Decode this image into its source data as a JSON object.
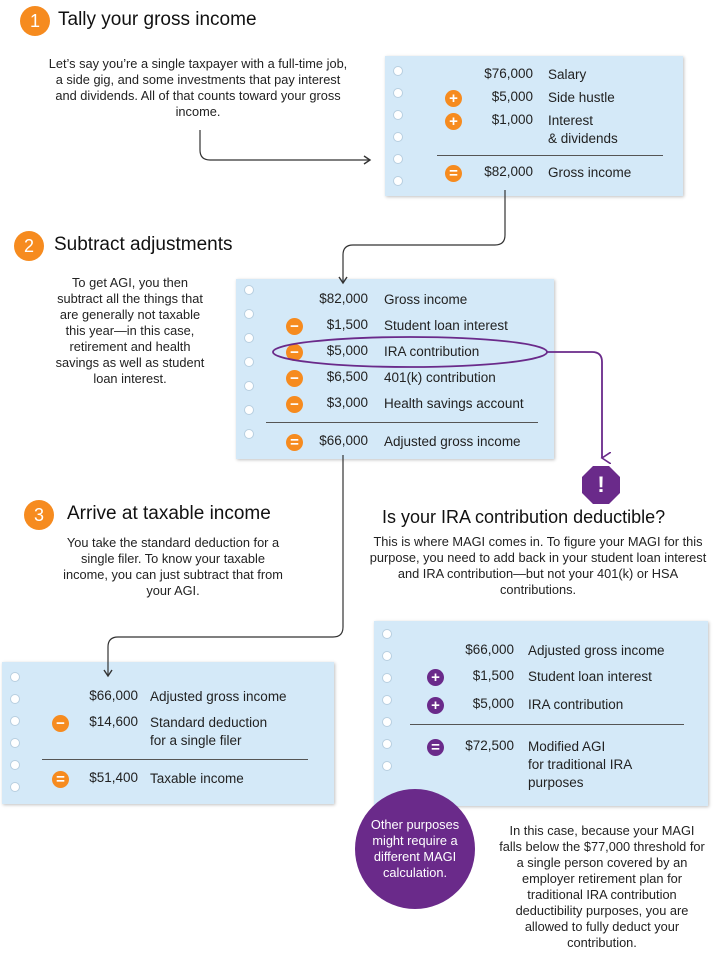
{
  "step1": {
    "number": "1",
    "title": "Tally your gross income",
    "text": "Let’s say you’re a single taxpayer with a full-time job, a side gig, and some investments that pay interest and dividends. All of that counts toward your gross income.",
    "rows": [
      {
        "op": "",
        "amount": "$76,000",
        "label": "Salary"
      },
      {
        "op": "plus",
        "amount": "$5,000",
        "label": "Side hustle"
      },
      {
        "op": "plus",
        "amount": "$1,000",
        "label": "Interest\n& dividends"
      }
    ],
    "total": {
      "op": "equals",
      "amount": "$82,000",
      "label": "Gross income"
    }
  },
  "step2": {
    "number": "2",
    "title": "Subtract adjustments",
    "text": "To get AGI, you then subtract all the things that are generally not taxable this year—in this case, retirement and health savings as well as student loan interest.",
    "rows": [
      {
        "op": "",
        "amount": "$82,000",
        "label": "Gross income"
      },
      {
        "op": "minus",
        "amount": "$1,500",
        "label": "Student loan interest"
      },
      {
        "op": "minus",
        "amount": "$5,000",
        "label": "IRA contribution"
      },
      {
        "op": "minus",
        "amount": "$6,500",
        "label": "401(k) contribution"
      },
      {
        "op": "minus",
        "amount": "$3,000",
        "label": "Health savings account"
      }
    ],
    "total": {
      "op": "equals",
      "amount": "$66,000",
      "label": "Adjusted gross income"
    }
  },
  "step3": {
    "number": "3",
    "title": "Arrive at taxable income",
    "text": "You take the standard deduction for a single filer. To know your taxable income, you can just subtract that from your AGI.",
    "rows": [
      {
        "op": "",
        "amount": "$66,000",
        "label": "Adjusted gross income"
      },
      {
        "op": "minus",
        "amount": "$14,600",
        "label": "Standard deduction\nfor a single filer"
      }
    ],
    "total": {
      "op": "equals",
      "amount": "$51,400",
      "label": "Taxable income"
    }
  },
  "ira": {
    "alert_symbol": "!",
    "title": "Is your IRA contribution deductible?",
    "text": "This is where MAGI comes in. To figure your MAGI for this purpose, you need to add back in your student loan interest and IRA contribution—but not your 401(k) or HSA contributions.",
    "rows": [
      {
        "op": "",
        "amount": "$66,000",
        "label": "Adjusted gross income"
      },
      {
        "op": "plus",
        "amount": "$1,500",
        "label": "Student loan interest"
      },
      {
        "op": "plus",
        "amount": "$5,000",
        "label": "IRA contribution"
      }
    ],
    "total": {
      "op": "equals",
      "amount": "$72,500",
      "label": "Modified AGI\nfor traditional IRA\npurposes"
    },
    "bubble": "Other purposes might require a different MAGI calculation.",
    "conclusion": "In this case, because your MAGI falls below the $77,000 threshold for a single person covered by an employer retirement plan for traditional IRA contribution deductibility purposes, you are allowed to fully deduct your contribution."
  },
  "colors": {
    "orange": "#f68b1f",
    "purple": "#6a2a8a",
    "card": "#d4e9f8"
  }
}
